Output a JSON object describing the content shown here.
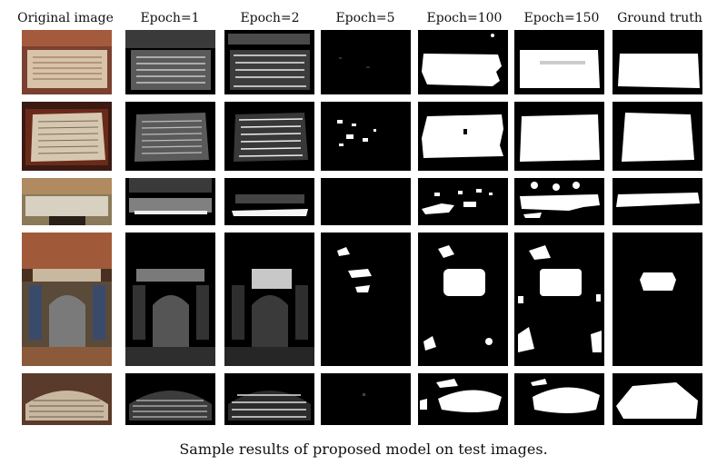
{
  "columns": [
    "Original image",
    "Epoch=1",
    "Epoch=2",
    "Epoch=5",
    "Epoch=100",
    "Epoch=150",
    "Ground truth"
  ],
  "caption": "Sample results of proposed model on test images.",
  "colors": {
    "background": "#ffffff",
    "mask_bg": "#000000",
    "mask_fg": "#ffffff"
  }
}
